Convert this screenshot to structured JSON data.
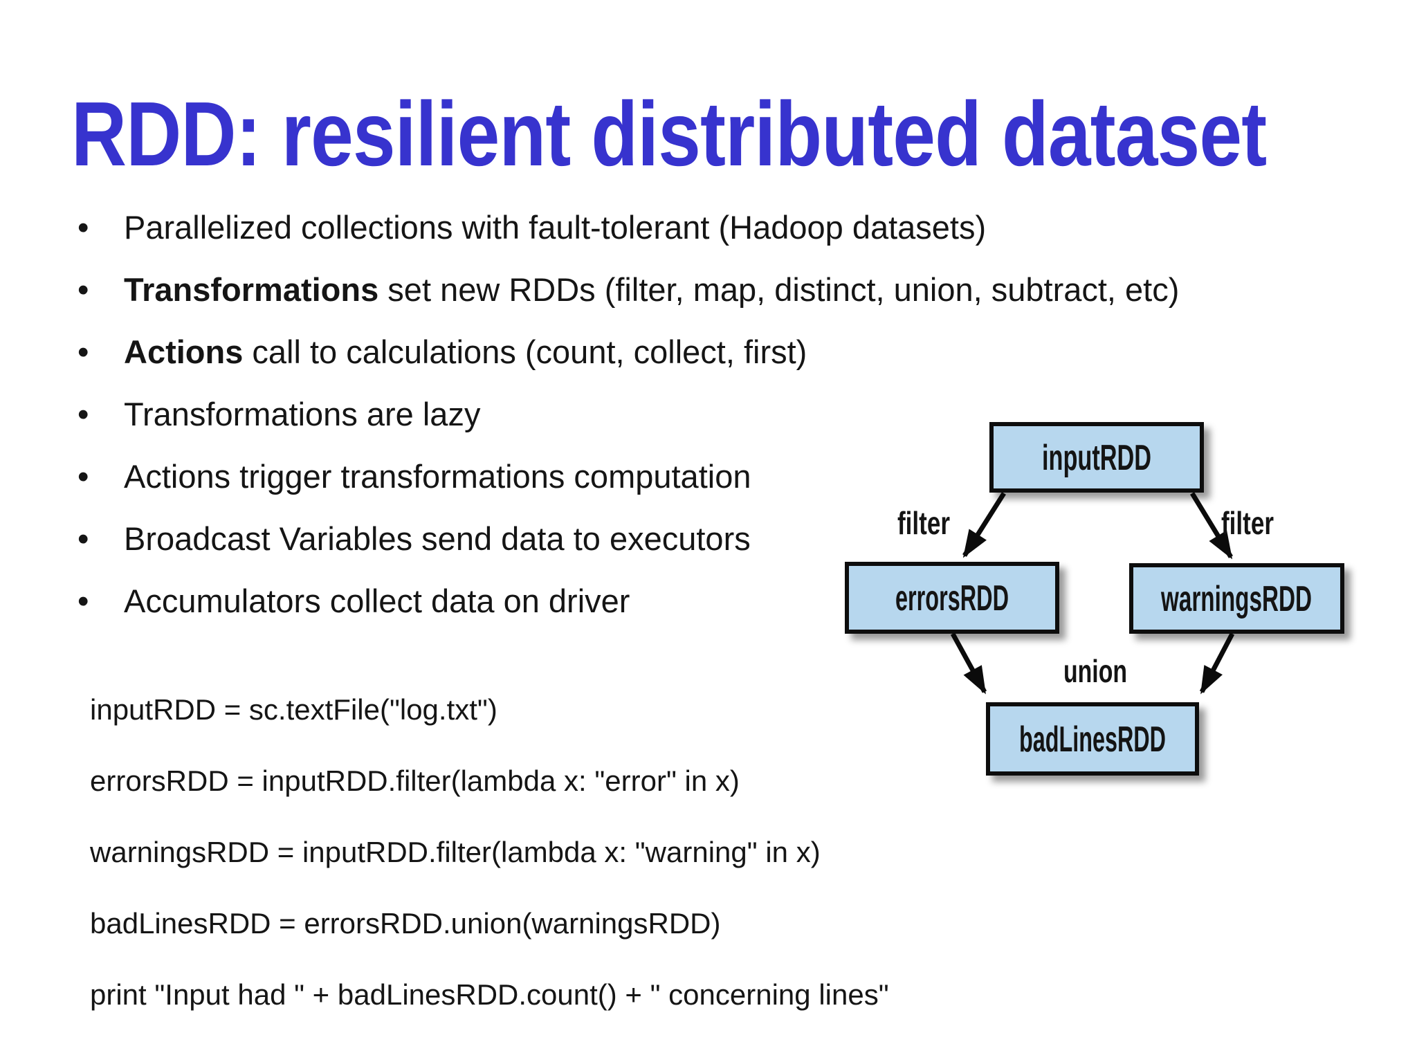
{
  "slide": {
    "title": "RDD: resilient distributed dataset",
    "bullets": [
      {
        "bold": "",
        "rest": "Parallelized collections with fault-tolerant (Hadoop datasets)"
      },
      {
        "bold": "Transformations",
        "rest": " set new RDDs (filter, map, distinct, union, subtract, etc)"
      },
      {
        "bold": "Actions",
        "rest": " call to calculations (count, collect, first)"
      },
      {
        "bold": "",
        "rest": "Transformations are lazy"
      },
      {
        "bold": "",
        "rest": "Actions trigger transformations computation"
      },
      {
        "bold": "",
        "rest": "Broadcast Variables send data to executors"
      },
      {
        "bold": "",
        "rest": "Accumulators collect data on driver"
      }
    ],
    "code_lines": [
      "inputRDD = sc.textFile(\"log.txt\")",
      "errorsRDD = inputRDD.filter(lambda x: \"error\" in x)",
      "warningsRDD = inputRDD.filter(lambda x: \"warning\" in x)",
      "badLinesRDD = errorsRDD.union(warningsRDD)",
      "print \"Input had \" + badLinesRDD.count() + \" concerning lines\""
    ]
  },
  "diagram": {
    "nodes": {
      "input": "inputRDD",
      "errors": "errorsRDD",
      "warnings": "warningsRDD",
      "badlines": "badLinesRDD"
    },
    "edge_labels": {
      "filter_left": "filter",
      "filter_right": "filter",
      "union": "union"
    }
  },
  "colors": {
    "title": "#3733CE",
    "text": "#151515",
    "node_fill": "#B7D7EE",
    "node_border": "#0B0B0B",
    "arrow": "#0B0B0B",
    "background": "#FFFFFF"
  }
}
